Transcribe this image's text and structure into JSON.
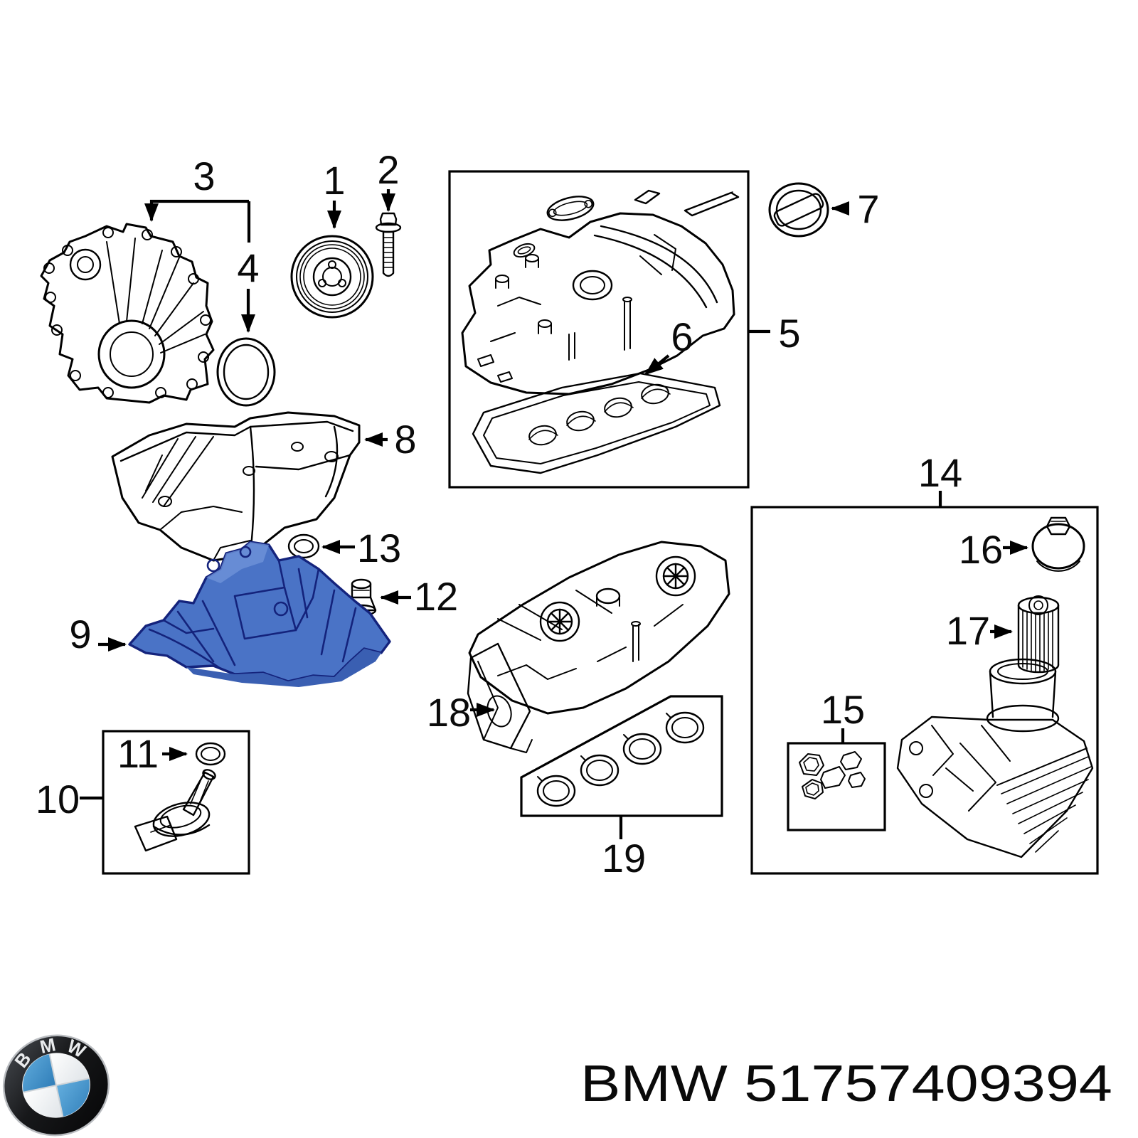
{
  "diagram": {
    "footer": {
      "text": "BMW 51757409394"
    },
    "logo": {
      "letters": "BMW"
    },
    "callouts": {
      "c1": "1",
      "c2": "2",
      "c3": "3",
      "c4": "4",
      "c5": "5",
      "c6": "6",
      "c7": "7",
      "c8": "8",
      "c9": "9",
      "c10": "10",
      "c11": "11",
      "c12": "12",
      "c13": "13",
      "c14": "14",
      "c15": "15",
      "c16": "16",
      "c17": "17",
      "c18": "18",
      "c19": "19"
    },
    "colors": {
      "line": "#000000",
      "background": "#ffffff",
      "highlight_fill": "#4a73c6",
      "highlight_outline": "#14237c",
      "bmw_blue": "#4296cf"
    }
  }
}
